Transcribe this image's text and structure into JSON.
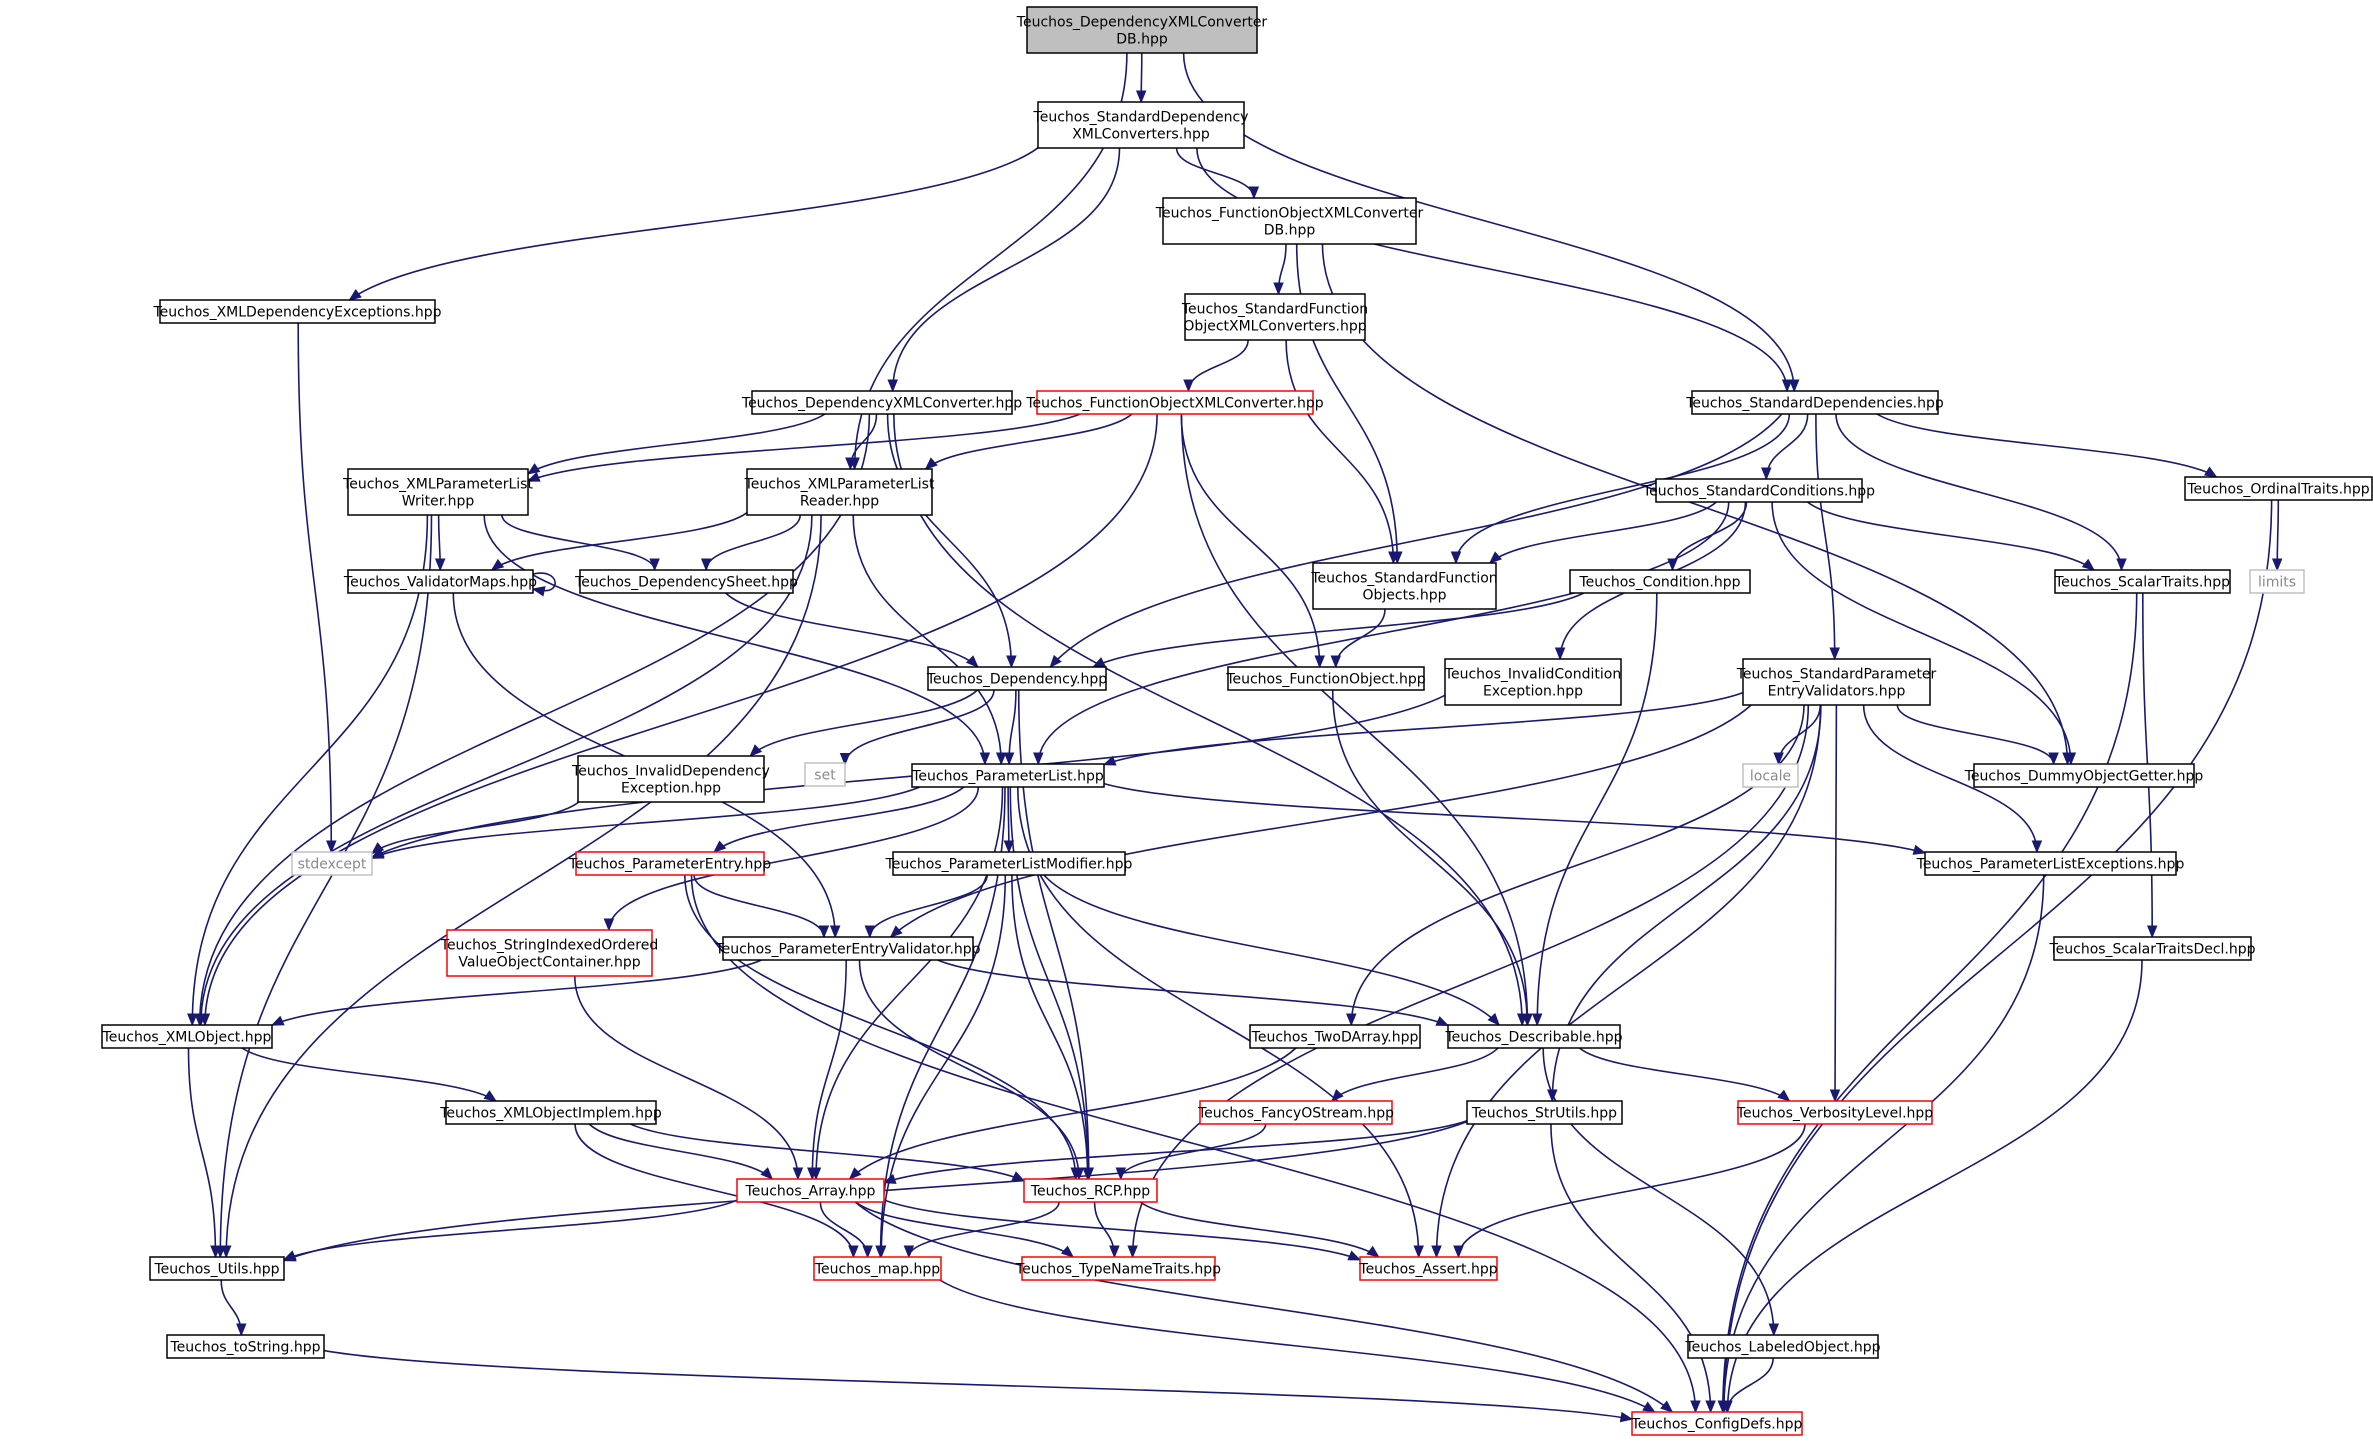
{
  "colors": {
    "edge": "#191970",
    "root_fill": "#bfbfbf",
    "normal_border": "#000000",
    "truncated_border": "#ff0000",
    "system_border": "#c0c0c0",
    "system_text": "#8a8a8a"
  },
  "nodes": [
    {
      "id": "root",
      "lines": [
        "Teuchos_DependencyXMLConverter",
        "DB.hpp"
      ],
      "style": "root"
    },
    {
      "id": "stddepxml",
      "lines": [
        "Teuchos_StandardDependency",
        "XMLConverters.hpp"
      ],
      "style": "normal"
    },
    {
      "id": "foxmldb",
      "lines": [
        "Teuchos_FunctionObjectXMLConverter",
        "DB.hpp"
      ],
      "style": "normal"
    },
    {
      "id": "xmldepexc",
      "lines": [
        "Teuchos_XMLDependencyExceptions.hpp"
      ],
      "style": "normal"
    },
    {
      "id": "stdfoxml",
      "lines": [
        "Teuchos_StandardFunction",
        "ObjectXMLConverters.hpp"
      ],
      "style": "normal"
    },
    {
      "id": "depxml",
      "lines": [
        "Teuchos_DependencyXMLConverter.hpp"
      ],
      "style": "normal"
    },
    {
      "id": "foxml",
      "lines": [
        "Teuchos_FunctionObjectXMLConverter.hpp"
      ],
      "style": "red"
    },
    {
      "id": "stddeps",
      "lines": [
        "Teuchos_StandardDependencies.hpp"
      ],
      "style": "normal"
    },
    {
      "id": "plwriter",
      "lines": [
        "Teuchos_XMLParameterList",
        "Writer.hpp"
      ],
      "style": "normal"
    },
    {
      "id": "plreader",
      "lines": [
        "Teuchos_XMLParameterList",
        "Reader.hpp"
      ],
      "style": "normal"
    },
    {
      "id": "stdconds",
      "lines": [
        "Teuchos_StandardConditions.hpp"
      ],
      "style": "normal"
    },
    {
      "id": "ordtraits",
      "lines": [
        "Teuchos_OrdinalTraits.hpp"
      ],
      "style": "normal"
    },
    {
      "id": "valmaps",
      "lines": [
        "Teuchos_ValidatorMaps.hpp"
      ],
      "style": "normal"
    },
    {
      "id": "depsheet",
      "lines": [
        "Teuchos_DependencySheet.hpp"
      ],
      "style": "normal"
    },
    {
      "id": "stdfo",
      "lines": [
        "Teuchos_StandardFunction",
        "Objects.hpp"
      ],
      "style": "normal"
    },
    {
      "id": "cond",
      "lines": [
        "Teuchos_Condition.hpp"
      ],
      "style": "normal"
    },
    {
      "id": "scalar",
      "lines": [
        "Teuchos_ScalarTraits.hpp"
      ],
      "style": "normal"
    },
    {
      "id": "limits",
      "lines": [
        "limits"
      ],
      "style": "system"
    },
    {
      "id": "dep",
      "lines": [
        "Teuchos_Dependency.hpp"
      ],
      "style": "normal"
    },
    {
      "id": "fo",
      "lines": [
        "Teuchos_FunctionObject.hpp"
      ],
      "style": "normal"
    },
    {
      "id": "invcond",
      "lines": [
        "Teuchos_InvalidCondition",
        "Exception.hpp"
      ],
      "style": "normal"
    },
    {
      "id": "stdpev",
      "lines": [
        "Teuchos_StandardParameter",
        "EntryValidators.hpp"
      ],
      "style": "normal"
    },
    {
      "id": "invdep",
      "lines": [
        "Teuchos_InvalidDependency",
        "Exception.hpp"
      ],
      "style": "normal"
    },
    {
      "id": "set",
      "lines": [
        "set"
      ],
      "style": "system"
    },
    {
      "id": "pl",
      "lines": [
        "Teuchos_ParameterList.hpp"
      ],
      "style": "normal"
    },
    {
      "id": "locale",
      "lines": [
        "locale"
      ],
      "style": "system"
    },
    {
      "id": "dummy",
      "lines": [
        "Teuchos_DummyObjectGetter.hpp"
      ],
      "style": "normal"
    },
    {
      "id": "stdexcept",
      "lines": [
        "stdexcept"
      ],
      "style": "system"
    },
    {
      "id": "pe",
      "lines": [
        "Teuchos_ParameterEntry.hpp"
      ],
      "style": "red"
    },
    {
      "id": "plmod",
      "lines": [
        "Teuchos_ParameterListModifier.hpp"
      ],
      "style": "normal"
    },
    {
      "id": "plexc",
      "lines": [
        "Teuchos_ParameterListExceptions.hpp"
      ],
      "style": "normal"
    },
    {
      "id": "sioc",
      "lines": [
        "Teuchos_StringIndexedOrdered",
        "ValueObjectContainer.hpp"
      ],
      "style": "red"
    },
    {
      "id": "pev",
      "lines": [
        "Teuchos_ParameterEntryValidator.hpp"
      ],
      "style": "normal"
    },
    {
      "id": "scalardecl",
      "lines": [
        "Teuchos_ScalarTraitsDecl.hpp"
      ],
      "style": "normal"
    },
    {
      "id": "xmlobj",
      "lines": [
        "Teuchos_XMLObject.hpp"
      ],
      "style": "normal"
    },
    {
      "id": "twod",
      "lines": [
        "Teuchos_TwoDArray.hpp"
      ],
      "style": "normal"
    },
    {
      "id": "describ",
      "lines": [
        "Teuchos_Describable.hpp"
      ],
      "style": "normal"
    },
    {
      "id": "xmlobjimpl",
      "lines": [
        "Teuchos_XMLObjectImplem.hpp"
      ],
      "style": "normal"
    },
    {
      "id": "fancy",
      "lines": [
        "Teuchos_FancyOStream.hpp"
      ],
      "style": "red"
    },
    {
      "id": "strutils",
      "lines": [
        "Teuchos_StrUtils.hpp"
      ],
      "style": "normal"
    },
    {
      "id": "verb",
      "lines": [
        "Teuchos_VerbosityLevel.hpp"
      ],
      "style": "red"
    },
    {
      "id": "array",
      "lines": [
        "Teuchos_Array.hpp"
      ],
      "style": "red"
    },
    {
      "id": "rcp",
      "lines": [
        "Teuchos_RCP.hpp"
      ],
      "style": "red"
    },
    {
      "id": "utils",
      "lines": [
        "Teuchos_Utils.hpp"
      ],
      "style": "normal"
    },
    {
      "id": "map",
      "lines": [
        "Teuchos_map.hpp"
      ],
      "style": "red"
    },
    {
      "id": "tnt",
      "lines": [
        "Teuchos_TypeNameTraits.hpp"
      ],
      "style": "red"
    },
    {
      "id": "assert",
      "lines": [
        "Teuchos_Assert.hpp"
      ],
      "style": "red"
    },
    {
      "id": "tostring",
      "lines": [
        "Teuchos_toString.hpp"
      ],
      "style": "normal"
    },
    {
      "id": "labeled",
      "lines": [
        "Teuchos_LabeledObject.hpp"
      ],
      "style": "normal"
    },
    {
      "id": "config",
      "lines": [
        "Teuchos_ConfigDefs.hpp"
      ],
      "style": "red"
    }
  ],
  "edges": [
    [
      "root",
      "stddepxml"
    ],
    [
      "root",
      "plreader"
    ],
    [
      "root",
      "stddeps"
    ],
    [
      "stddepxml",
      "xmldepexc"
    ],
    [
      "stddepxml",
      "foxmldb"
    ],
    [
      "stddepxml",
      "depxml"
    ],
    [
      "stddepxml",
      "stddeps"
    ],
    [
      "foxmldb",
      "stdfoxml"
    ],
    [
      "foxmldb",
      "stdfo"
    ],
    [
      "foxmldb",
      "dummy"
    ],
    [
      "xmldepexc",
      "stdexcept"
    ],
    [
      "stdfoxml",
      "foxml"
    ],
    [
      "stdfoxml",
      "stdfo"
    ],
    [
      "depxml",
      "plwriter"
    ],
    [
      "depxml",
      "plreader"
    ],
    [
      "depxml",
      "dep"
    ],
    [
      "depxml",
      "xmlobj"
    ],
    [
      "depxml",
      "describ"
    ],
    [
      "foxml",
      "plwriter"
    ],
    [
      "foxml",
      "plreader"
    ],
    [
      "foxml",
      "fo"
    ],
    [
      "foxml",
      "describ"
    ],
    [
      "foxml",
      "xmlobj"
    ],
    [
      "stddeps",
      "stdconds"
    ],
    [
      "stddeps",
      "stdfo"
    ],
    [
      "stddeps",
      "dep"
    ],
    [
      "stddeps",
      "scalar"
    ],
    [
      "stddeps",
      "ordtraits"
    ],
    [
      "stddeps",
      "stdpev"
    ],
    [
      "plwriter",
      "valmaps"
    ],
    [
      "plwriter",
      "depsheet"
    ],
    [
      "plwriter",
      "xmlobj"
    ],
    [
      "plwriter",
      "pl"
    ],
    [
      "plwriter",
      "utils"
    ],
    [
      "plreader",
      "valmaps"
    ],
    [
      "plreader",
      "depsheet"
    ],
    [
      "plreader",
      "pl"
    ],
    [
      "plreader",
      "xmlobj"
    ],
    [
      "plreader",
      "utils"
    ],
    [
      "valmaps",
      "valmaps"
    ],
    [
      "valmaps",
      "pev"
    ],
    [
      "depsheet",
      "dep"
    ],
    [
      "stdconds",
      "cond"
    ],
    [
      "stdconds",
      "stdfo"
    ],
    [
      "stdconds",
      "scalar"
    ],
    [
      "stdconds",
      "invcond"
    ],
    [
      "stdconds",
      "dummy"
    ],
    [
      "stdconds",
      "pl"
    ],
    [
      "ordtraits",
      "limits"
    ],
    [
      "ordtraits",
      "config"
    ],
    [
      "stdfo",
      "fo"
    ],
    [
      "cond",
      "dep"
    ],
    [
      "cond",
      "describ"
    ],
    [
      "scalar",
      "scalardecl"
    ],
    [
      "scalar",
      "config"
    ],
    [
      "dep",
      "pl"
    ],
    [
      "dep",
      "invdep"
    ],
    [
      "dep",
      "set"
    ],
    [
      "dep",
      "rcp"
    ],
    [
      "fo",
      "describ"
    ],
    [
      "invcond",
      "stdexcept"
    ],
    [
      "stdpev",
      "pl"
    ],
    [
      "stdpev",
      "locale"
    ],
    [
      "stdpev",
      "dummy"
    ],
    [
      "stdpev",
      "plexc"
    ],
    [
      "stdpev",
      "twod"
    ],
    [
      "stdpev",
      "strutils"
    ],
    [
      "stdpev",
      "verb"
    ],
    [
      "stdpev",
      "pev"
    ],
    [
      "stdpev",
      "tnt"
    ],
    [
      "stdpev",
      "assert"
    ],
    [
      "invdep",
      "stdexcept"
    ],
    [
      "pl",
      "pe"
    ],
    [
      "pl",
      "plmod"
    ],
    [
      "pl",
      "plexc"
    ],
    [
      "pl",
      "sioc"
    ],
    [
      "pl",
      "stdexcept"
    ],
    [
      "pl",
      "rcp"
    ],
    [
      "pl",
      "array"
    ],
    [
      "pl",
      "map"
    ],
    [
      "pl",
      "assert"
    ],
    [
      "pe",
      "pev"
    ],
    [
      "pe",
      "rcp"
    ],
    [
      "pe",
      "config"
    ],
    [
      "plmod",
      "pev"
    ],
    [
      "plmod",
      "describ"
    ],
    [
      "plmod",
      "rcp"
    ],
    [
      "plmod",
      "map"
    ],
    [
      "plexc",
      "config"
    ],
    [
      "sioc",
      "array"
    ],
    [
      "pev",
      "xmlobj"
    ],
    [
      "pev",
      "describ"
    ],
    [
      "pev",
      "array"
    ],
    [
      "pev",
      "rcp"
    ],
    [
      "scalardecl",
      "config"
    ],
    [
      "xmlobj",
      "xmlobjimpl"
    ],
    [
      "xmlobj",
      "utils"
    ],
    [
      "twod",
      "array"
    ],
    [
      "describ",
      "fancy"
    ],
    [
      "describ",
      "verb"
    ],
    [
      "describ",
      "labeled"
    ],
    [
      "xmlobjimpl",
      "array"
    ],
    [
      "xmlobjimpl",
      "rcp"
    ],
    [
      "xmlobjimpl",
      "map"
    ],
    [
      "fancy",
      "rcp"
    ],
    [
      "strutils",
      "array"
    ],
    [
      "strutils",
      "utils"
    ],
    [
      "strutils",
      "config"
    ],
    [
      "verb",
      "assert"
    ],
    [
      "array",
      "utils"
    ],
    [
      "array",
      "map"
    ],
    [
      "array",
      "tnt"
    ],
    [
      "array",
      "assert"
    ],
    [
      "array",
      "config"
    ],
    [
      "rcp",
      "map"
    ],
    [
      "rcp",
      "tnt"
    ],
    [
      "rcp",
      "assert"
    ],
    [
      "utils",
      "tostring"
    ],
    [
      "map",
      "config"
    ],
    [
      "tostring",
      "config"
    ],
    [
      "labeled",
      "config"
    ]
  ]
}
